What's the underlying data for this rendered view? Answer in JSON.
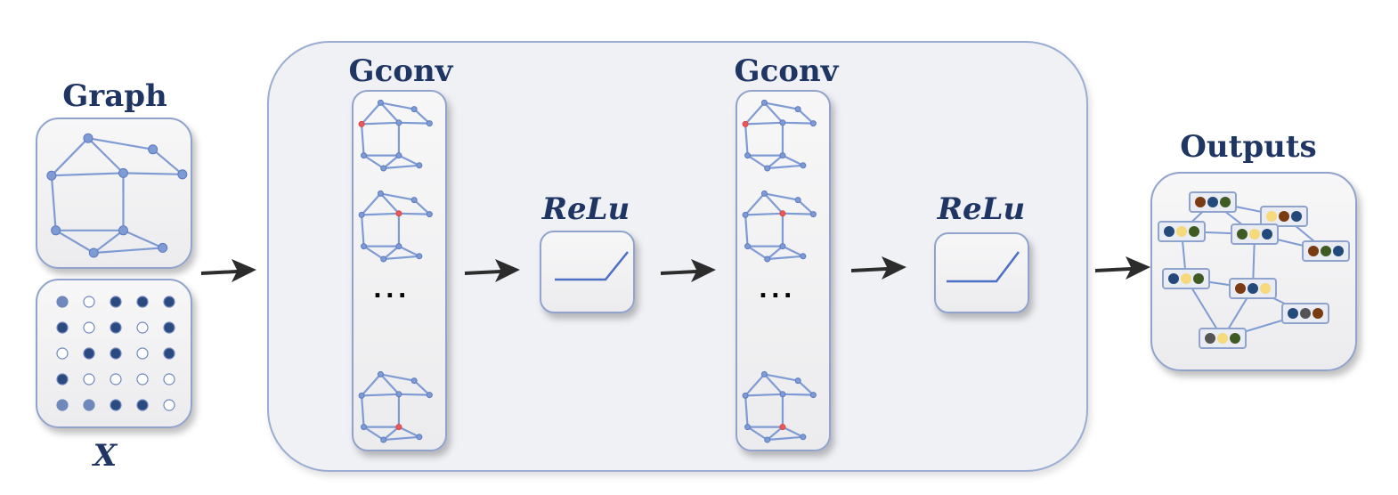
{
  "input": {
    "graph_title": "Graph",
    "features_label": "X"
  },
  "model": {
    "layers": [
      {
        "type": "gconv",
        "title": "Gconv",
        "ellipsis": "..."
      },
      {
        "type": "relu",
        "title": "ReLu"
      },
      {
        "type": "gconv",
        "title": "Gconv",
        "ellipsis": "..."
      },
      {
        "type": "relu",
        "title": "ReLu"
      }
    ]
  },
  "output": {
    "title": "Outputs"
  },
  "colors": {
    "title": "#1f3563",
    "edge": "#7f9bd4",
    "node": "#7f9bd4",
    "highlight_node": "#e85a5a",
    "box_border": "#8fa3cc",
    "panel_bg": "#eff1f5",
    "feature_dark": "#2b4a80",
    "feature_light": "#ffffff",
    "out_brown": "#7a3b12",
    "out_blue": "#244a7c",
    "out_green": "#3f5a23",
    "out_yellow": "#f5d97a",
    "out_gray": "#555555"
  },
  "feature_matrix": [
    [
      "mid",
      "light",
      "dark",
      "dark",
      "dark"
    ],
    [
      "dark",
      "light",
      "dark",
      "light",
      "dark"
    ],
    [
      "light",
      "dark",
      "dark",
      "light",
      "dark"
    ],
    [
      "dark",
      "light",
      "light",
      "light",
      "light"
    ],
    [
      "mid",
      "mid",
      "dark",
      "dark",
      "light"
    ]
  ],
  "output_nodes": [
    [
      "brown",
      "blue",
      "green"
    ],
    [
      "yellow",
      "brown",
      "blue"
    ],
    [
      "blue",
      "yellow",
      "green"
    ],
    [
      "green",
      "yellow",
      "blue"
    ],
    [
      "brown",
      "green",
      "blue"
    ],
    [
      "blue",
      "yellow",
      "green"
    ],
    [
      "brown",
      "blue",
      "yellow"
    ],
    [
      "blue",
      "gray",
      "brown"
    ],
    [
      "gray",
      "yellow",
      "green"
    ]
  ]
}
